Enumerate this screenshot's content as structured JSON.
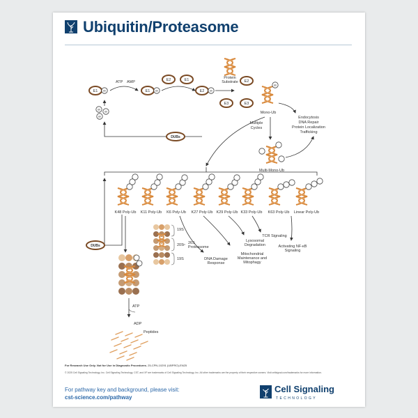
{
  "header": {
    "title": "Ubiquitin/Proteasome"
  },
  "labels": {
    "e1": "E1",
    "e2": "E2",
    "e3": "E3",
    "ub": "Ub",
    "atp": "ATP",
    "amp": "AMP",
    "adp": "ADP",
    "protein_substrate_1": "Protein",
    "protein_substrate_2": "Substrate",
    "mono_ub": "Mono-Ub",
    "multi_mono_ub": "Multi-Mono-Ub",
    "multiple_cycles_1": "Multiple",
    "multiple_cycles_2": "Cycles",
    "dubs": "DUBs",
    "outcomes_mono": [
      "Endocytosis",
      "DNA Repair",
      "Protein Localization",
      "Trafficking"
    ],
    "chains": [
      "K48 Poly-Ub",
      "K11 Poly-Ub",
      "K6 Poly-Ub",
      "K27 Poly-Ub",
      "K29 Poly-Ub",
      "K33 Poly-Ub",
      "K63 Poly-Ub",
      "Linear Poly-Ub"
    ],
    "s19_top": "19S",
    "s20": "20S",
    "s19_bottom": "19S",
    "proteasome": [
      "26S",
      "Proteasome"
    ],
    "peptides": "Peptides",
    "tcr": "TCR Signaling",
    "lysosomal": [
      "Lysosomal",
      "Degradation"
    ],
    "mito": [
      "Mitochondrial",
      "Maintenance and",
      "Mitophagy"
    ],
    "dna_damage": [
      "DNA Damage",
      "Response"
    ],
    "nfkb": [
      "Activating NF-κB",
      "Signaling"
    ]
  },
  "footer": {
    "disclaimer_bold": "For Research Use Only. Not for Use in Diagnostic Procedures.",
    "disclaimer_code": "25-CPN-10291 (UBPRO)-EN25",
    "copyright": "© 2025 Cell Signaling Technology, Inc. Cell Signaling Technology, CST, and XP are trademarks of Cell Signaling Technology, Inc. All other trademarks are the property of their respective owners. Visit cellsignal.com/trademarks for more information.",
    "cta_line1": "For pathway key and background, please visit:",
    "cta_line2": "cst-science.com/pathway",
    "brand_name": "Cell Signaling",
    "brand_tech": "TECHNOLOGY"
  },
  "colors": {
    "navy": "#10406e",
    "accent": "#d8883a",
    "enzyme_border": "#7a4a24",
    "link": "#2a67a8"
  },
  "icons": [
    "cst-tree-logo"
  ]
}
